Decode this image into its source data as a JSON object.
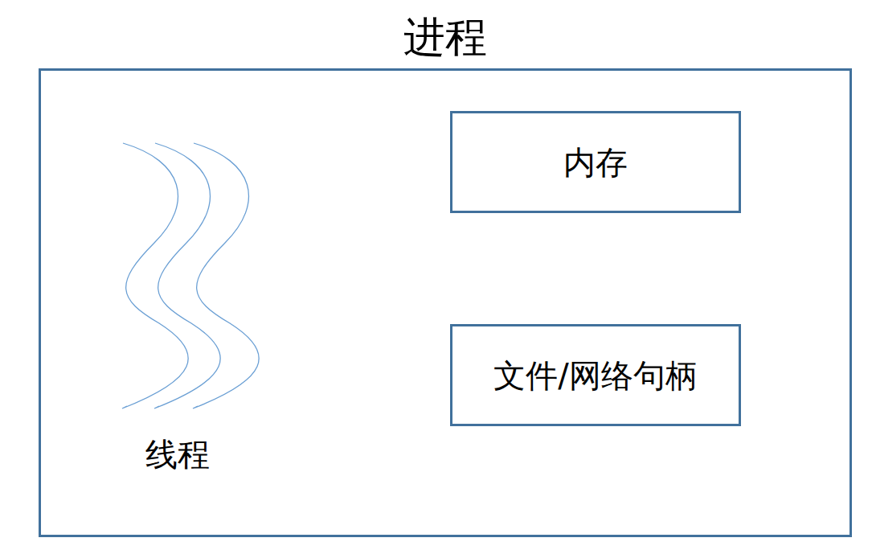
{
  "diagram": {
    "nodes": [
      {
        "text": [
          "进程"
        ]
      },
      {
        "text": [
          "内存"
        ],
        "in": 0
      },
      {
        "text": [
          "文件/网络句柄"
        ],
        "in": 0
      }
    ],
    "labels": [
      "线程"
    ]
  }
}
